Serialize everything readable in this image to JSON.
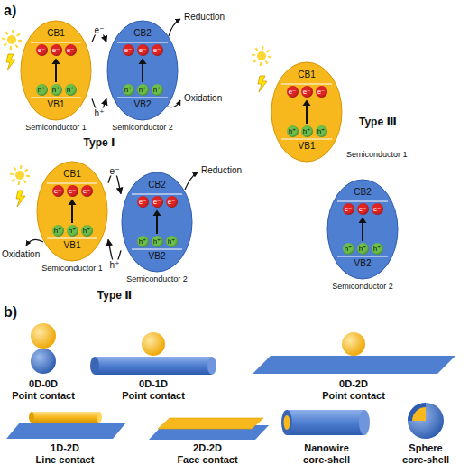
{
  "diagram": {
    "nodes": [
      {
        "text": [
          "CB1",
          "VB1",
          "Semiconductor 1"
        ]
      },
      {
        "text": [
          "e⁻"
        ],
        "in": 0
      },
      {
        "text": [
          "e⁻"
        ],
        "in": 0
      },
      {
        "text": [
          "e⁻"
        ],
        "in": 0
      },
      {
        "text": [
          "h⁺"
        ],
        "in": 0
      },
      {
        "text": [
          "h⁺"
        ],
        "in": 0
      },
      {
        "text": [
          "h⁺"
        ],
        "in": 0
      },
      {
        "text": [
          "CB2",
          "VB2",
          "Semiconductor 2"
        ]
      },
      {
        "text": [
          "e⁻"
        ],
        "in": 7
      },
      {
        "text": [
          "e⁻"
        ],
        "in": 7
      },
      {
        "text": [
          "e⁻"
        ],
        "in": 7
      },
      {
        "text": [
          "h⁺"
        ],
        "in": 7
      },
      {
        "text": [
          "h⁺"
        ],
        "in": 7
      },
      {
        "text": [
          "h⁺"
        ],
        "in": 7
      },
      {
        "text": [
          "CB1",
          "VB1",
          "Semiconductor 1"
        ]
      },
      {
        "text": [
          "e⁻"
        ],
        "in": 14
      },
      {
        "text": [
          "e⁻"
        ],
        "in": 14
      },
      {
        "text": [
          "e⁻"
        ],
        "in": 14
      },
      {
        "text": [
          "h⁺"
        ],
        "in": 14
      },
      {
        "text": [
          "h⁺"
        ],
        "in": 14
      },
      {
        "text": [
          "h⁺"
        ],
        "in": 14
      },
      {
        "text": [
          "CB2",
          "VB2",
          "Semiconductor 2"
        ]
      },
      {
        "text": [
          "e⁻"
        ],
        "in": 21
      },
      {
        "text": [
          "e⁻"
        ],
        "in": 21
      },
      {
        "text": [
          "e⁻"
        ],
        "in": 21
      },
      {
        "text": [
          "h⁺"
        ],
        "in": 21
      },
      {
        "text": [
          "h⁺"
        ],
        "in": 21
      },
      {
        "text": [
          "h⁺"
        ],
        "in": 21
      },
      {
        "text": [
          "CB1",
          "VB1",
          "Semiconductor 1"
        ]
      },
      {
        "text": [
          "e⁻"
        ],
        "in": 28
      },
      {
        "text": [
          "e⁻"
        ],
        "in": 28
      },
      {
        "text": [
          "e⁻"
        ],
        "in": 28
      },
      {
        "text": [
          "h⁺"
        ],
        "in": 28
      },
      {
        "text": [
          "h⁺"
        ],
        "in": 28
      },
      {
        "text": [
          "h⁺"
        ],
        "in": 28
      },
      {
        "text": [
          "CB2",
          "VB2",
          "Semiconductor 2"
        ]
      },
      {
        "text": [
          "e⁻"
        ],
        "in": 35
      },
      {
        "text": [
          "e⁻"
        ],
        "in": 35
      },
      {
        "text": [
          "e⁻"
        ],
        "in": 35
      },
      {
        "text": [
          "h⁺"
        ],
        "in": 35
      },
      {
        "text": [
          "h⁺"
        ],
        "in": 35
      },
      {
        "text": [
          "h⁺"
        ],
        "in": 35
      }
    ],
    "edges": [
      {
        "from": 0,
        "to": 7,
        "arrow": "to",
        "label": "e⁻"
      },
      {
        "from": 0,
        "to": 7,
        "arrow": "to",
        "label": "h⁺"
      },
      {
        "from": 14,
        "to": 21,
        "arrow": "to",
        "label": "e⁻"
      },
      {
        "from": 21,
        "to": 14,
        "arrow": "to",
        "label": "h⁺"
      }
    ],
    "labels": [
      "a)",
      "Reduction",
      "Oxidation",
      "Type Ⅰ",
      "Reduction",
      "Oxidation",
      "Type Ⅱ",
      "Type Ⅲ",
      "b)",
      "0D-0D",
      "Point contact",
      "0D-1D",
      "Point contact",
      "0D-2D",
      "Point contact",
      "1D-2D",
      "Line contact",
      "2D-2D",
      "Face contact",
      "Nanowire",
      "core-shell",
      "Sphere",
      "core-shell"
    ]
  }
}
